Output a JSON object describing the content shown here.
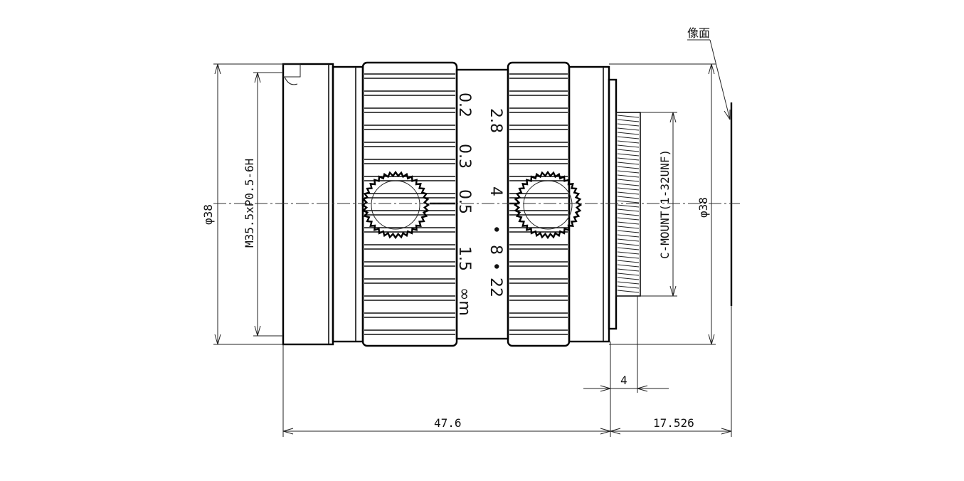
{
  "drawing": {
    "image_plane_label": "像面",
    "dimensions": {
      "outer_diameter_front": "φ38",
      "filter_thread": "M35.5xP0.5-6H",
      "mount_thread": "C-MOUNT(1-32UNF)",
      "outer_diameter_rear": "φ38",
      "flange_depth": "4",
      "body_length": "47.6",
      "back_focus": "17.526"
    },
    "focus_scale": [
      "0.2",
      "0.3",
      "0.5",
      "1.5",
      "∞m"
    ],
    "aperture_scale": [
      "2.8",
      "4",
      "•",
      "8",
      "•",
      "22"
    ]
  }
}
